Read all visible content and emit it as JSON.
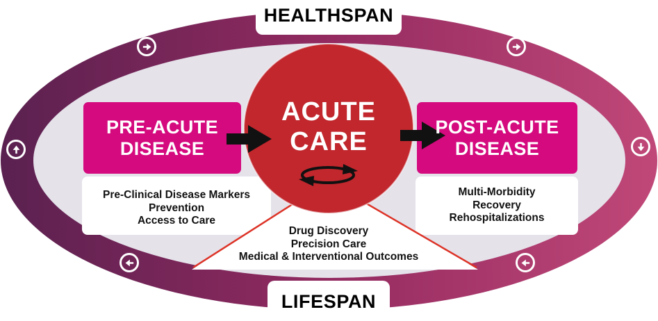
{
  "titles": {
    "top": "HEALTHSPAN",
    "bottom": "LIFESPAN"
  },
  "center_circle": {
    "line1": "ACUTE",
    "line2": "CARE"
  },
  "left_box": {
    "line1": "PRE-ACUTE",
    "line2": "DISEASE"
  },
  "right_box": {
    "line1": "POST-ACUTE",
    "line2": "DISEASE"
  },
  "left_notes": [
    "Pre-Clinical Disease Markers",
    "Prevention",
    "Access to Care"
  ],
  "right_notes": [
    "Multi-Morbidity",
    "Recovery",
    "Rehospitalizations"
  ],
  "bottom_notes": [
    "Drug Discovery",
    "Precision Care",
    "Medical & Interventional Outcomes"
  ],
  "icons": {
    "flow_top_left": "arrow-right-circle",
    "flow_top_right": "arrow-right-circle",
    "flow_right": "arrow-down-circle",
    "flow_bottom_right": "arrow-left-circle",
    "flow_bottom_left": "arrow-left-circle",
    "flow_left": "arrow-up-circle",
    "center_cycle": "rotating-cycle-arrows",
    "left_block_arrow": "arrow-right-block",
    "right_block_arrow": "arrow-right-block"
  },
  "colors": {
    "ring_gradient_start": "#5a2150",
    "ring_gradient_mid": "#932a60",
    "ring_gradient_end": "#c04878",
    "inner_fill": "#e5e2ea",
    "accent_magenta": "#d40a7e",
    "accent_red": "#c1272d",
    "divider_red": "#dd3327",
    "text_black": "#111111",
    "text_white": "#ffffff",
    "white": "#ffffff"
  }
}
